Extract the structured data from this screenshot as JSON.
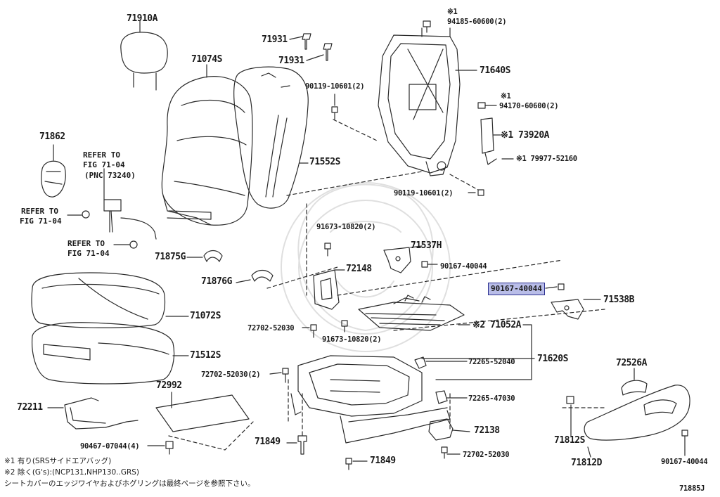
{
  "labels": {
    "p71910A": "71910A",
    "p71074S": "71074S",
    "p71931a": "71931",
    "p71931b": "71931",
    "p94185": "94185-60600(2)",
    "m1a": "※1",
    "p71640S": "71640S",
    "p90119a": "90119-10601(2)",
    "m1b": "※1",
    "p94170": "94170-60600(2)",
    "p73920A": "※1 73920A",
    "p79977": "※1 79977-52160",
    "p90119b": "90119-10601(2)",
    "p71552S": "71552S",
    "p71862": "71862",
    "ref_top_1": "REFER TO",
    "ref_top_2": "FIG 71-04",
    "ref_top_3": "(PNC 73240)",
    "ref_l_1": "REFER TO",
    "ref_l_2": "FIG 71-04",
    "ref_b_1": "REFER TO",
    "ref_b_2": "FIG 71-04",
    "p71875G": "71875G",
    "p71876G": "71876G",
    "p91673a": "91673-10820(2)",
    "p71537H": "71537H",
    "p90167a": "90167-40044",
    "p72148": "72148",
    "p90167hl": "90167-40044",
    "p71538B": "71538B",
    "p71072S": "71072S",
    "p72702a": "72702-52030",
    "p91673b": "91673-10820(2)",
    "p71052A": "※2 71052A",
    "p71512S": "71512S",
    "p72702b": "72702-52030(2)",
    "p72265a": "72265-52040",
    "p71620S": "71620S",
    "p72526A": "72526A",
    "p72992": "72992",
    "p72265b": "72265-47030",
    "p72211": "72211",
    "p72138": "72138",
    "p71812S": "71812S",
    "p90467": "90467-07044(4)",
    "p71849a": "71849",
    "p71849b": "71849",
    "p72702c": "72702-52030",
    "p71812D": "71812D",
    "p90167b": "90167-40044"
  },
  "notes": {
    "n1": "※1 有り(SRSサイドエアバッグ)",
    "n2": "※2 除く(G's):(NCP131,NHP130..GRS)",
    "n3": "シートカバーのエッジワイヤおよびホグリングは最終ページを参照下さい。"
  },
  "figure_id": "71885J"
}
